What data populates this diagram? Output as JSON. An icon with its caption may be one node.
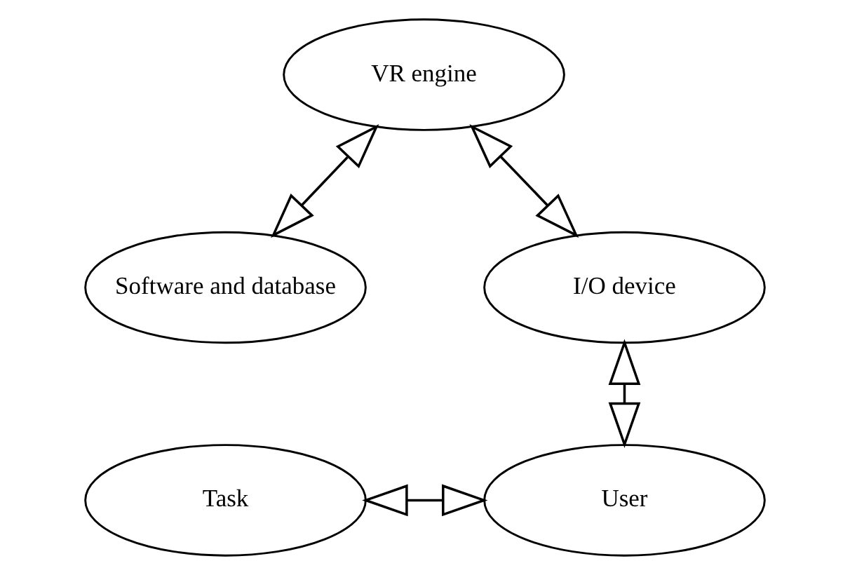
{
  "diagram": {
    "nodes": [
      {
        "text": [
          "VR engine"
        ]
      },
      {
        "text": [
          "Software and database"
        ]
      },
      {
        "text": [
          "I/O device"
        ]
      },
      {
        "text": [
          "Task"
        ]
      },
      {
        "text": [
          "User"
        ]
      }
    ],
    "edges": [
      {
        "from": 0,
        "to": 1,
        "arrow": "both"
      },
      {
        "from": 0,
        "to": 2,
        "arrow": "both"
      },
      {
        "from": 2,
        "to": 4,
        "arrow": "both"
      },
      {
        "from": 3,
        "to": 4,
        "arrow": "both"
      }
    ]
  }
}
